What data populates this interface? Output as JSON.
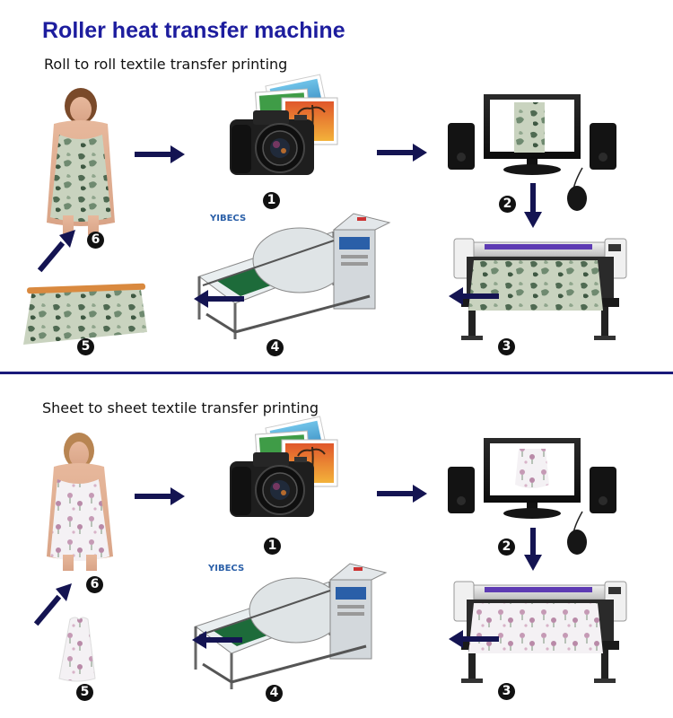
{
  "title": "Roller heat transfer machine",
  "sections": [
    {
      "subtitle": "Roll to roll textile transfer printing",
      "steps": [
        "1",
        "2",
        "3",
        "4",
        "5",
        "6"
      ],
      "machine_brand": "YIBECS",
      "pattern": "camouflage"
    },
    {
      "subtitle": "Sheet to sheet textile transfer printing",
      "steps": [
        "1",
        "2",
        "3",
        "4",
        "5",
        "6"
      ],
      "machine_brand": "YIBECS",
      "pattern": "floral"
    }
  ],
  "colors": {
    "title": "#1d1d9e",
    "arrow": "#141452",
    "divider": "#1a1a7a",
    "camo_base": "#c9d3bf",
    "camo_spot": "#4f6a52",
    "floral_base": "#f4f1f4",
    "floral_spot": "#b98aa8"
  }
}
